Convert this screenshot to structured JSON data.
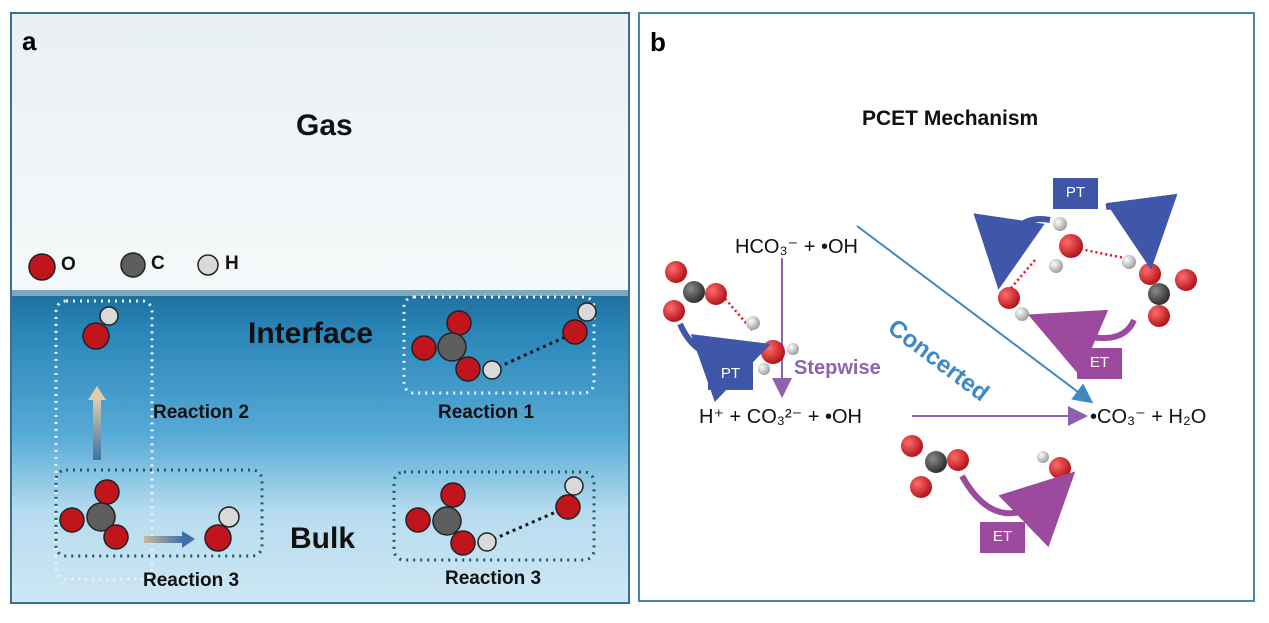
{
  "panel_a": {
    "letter": "a",
    "gas_label": "Gas",
    "interface_label": "Interface",
    "bulk_label": "Bulk",
    "legend": [
      {
        "symbol": "O",
        "color": "#c0151c"
      },
      {
        "symbol": "C",
        "color": "#5e5e5e"
      },
      {
        "symbol": "H",
        "color": "#d9d9d9"
      }
    ],
    "reactions": {
      "reaction_1": "Reaction 1",
      "reaction_2": "Reaction 2",
      "reaction_3_left": "Reaction 3",
      "reaction_3_right": "Reaction 3"
    }
  },
  "panel_b": {
    "letter": "b",
    "title": "PCET Mechanism",
    "reactant": "HCO₃⁻ + •OH",
    "intermediate": "H⁺ + CO₃²⁻ + •OH",
    "product": "•CO₃⁻ + H₂O",
    "stepwise_label": "Stepwise",
    "concerted_label": "Concerted",
    "badges": {
      "pt_left": "PT",
      "pt_top": "PT",
      "et_right": "ET",
      "et_bottom": "ET"
    },
    "colors": {
      "pt_badge": "#3f55a8",
      "et_badge": "#9b4a9e",
      "stepwise": "#8d63b0",
      "concerted": "#3f88c5",
      "oxygen": "#d0141b",
      "carbon": "#444444",
      "hydrogen": "#e6e6e6"
    }
  }
}
